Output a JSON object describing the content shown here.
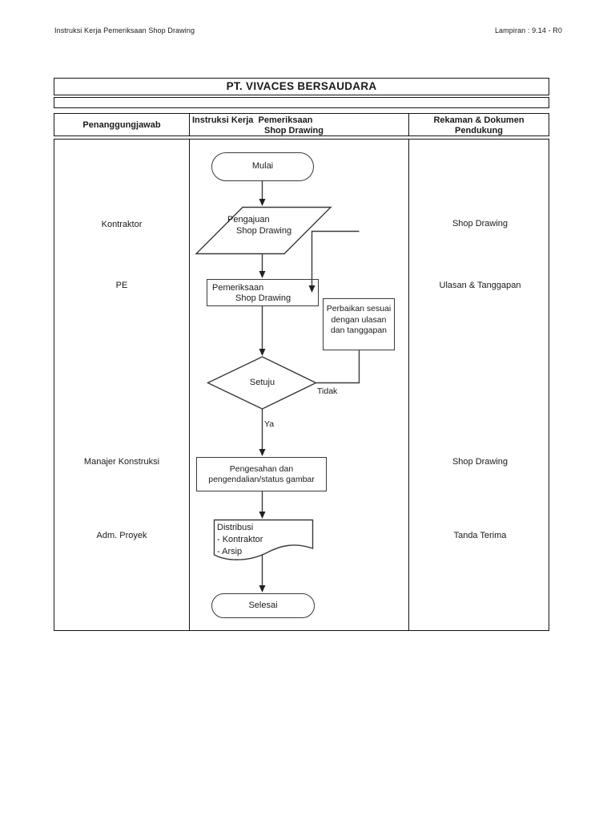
{
  "page_header": {
    "left": "Instruksi Kerja Pemeriksaan Shop Drawing",
    "right": "Lampiran : 9.14 - R0"
  },
  "table": {
    "title": "PT. VIVACES BERSAUDARA",
    "header": {
      "col1": "Penanggungjawab",
      "col2_line1": "Instruksi Kerja  Pemeriksaan",
      "col2_line2": "Shop Drawing",
      "col3_line1": "Rekaman & Dokumen",
      "col3_line2": "Pendukung"
    }
  },
  "responsible_column": {
    "row1": "Kontraktor",
    "row2": "PE",
    "row3": "Manajer Konstruksi",
    "row4": "Adm. Proyek"
  },
  "records_column": {
    "row1": "Shop Drawing",
    "row2": "Ulasan & Tanggapan",
    "row3": "Shop Drawing",
    "row4": "Tanda Terima"
  },
  "flowchart": {
    "start_label": "Mulai",
    "submission": {
      "line1": "Pengajuan",
      "line2": "Shop Drawing"
    },
    "inspection": {
      "line1": "Pemeriksaan",
      "line2": "Shop Drawing"
    },
    "revision": {
      "line1": "Perbaikan sesuai",
      "line2": "dengan ulasan",
      "line3": "dan tanggapan"
    },
    "decision_label": "Setuju",
    "branch_no": "Tidak",
    "branch_yes": "Ya",
    "approval": {
      "line1": "Pengesahan dan",
      "line2": "pengendalian/status gambar"
    },
    "distribution": {
      "line1": "Distribusi",
      "line2": "- Kontraktor",
      "line3": "- Arsip"
    },
    "end_label": "Selesai"
  },
  "colors": {
    "ink": "#1a1a1a",
    "line": "#3a3a3a"
  }
}
